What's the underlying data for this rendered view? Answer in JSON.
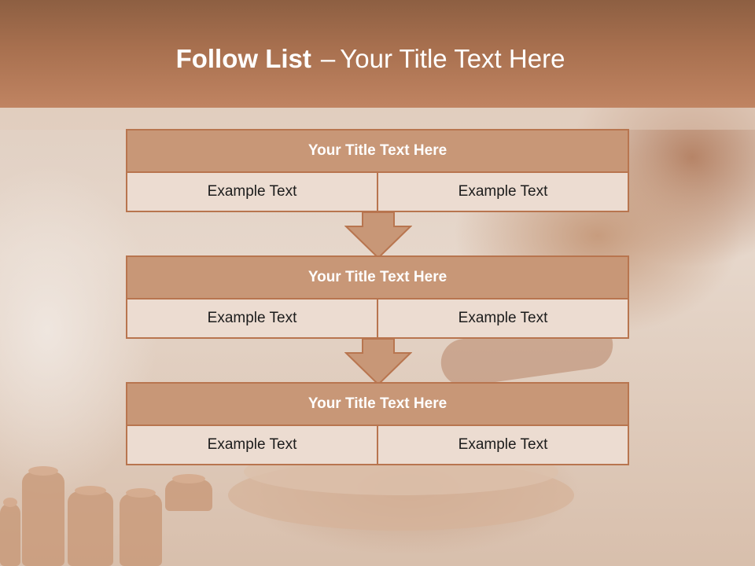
{
  "slide": {
    "title_bold": "Follow List",
    "title_dash": "–",
    "title_rest": "Your Title Text Here"
  },
  "steps": [
    {
      "title": "Your Title Text Here",
      "left": "Example Text",
      "right": "Example Text"
    },
    {
      "title": "Your Title Text Here",
      "left": "Example Text",
      "right": "Example Text"
    },
    {
      "title": "Your Title Text Here",
      "left": "Example Text",
      "right": "Example Text"
    }
  ],
  "colors": {
    "header": "#a8704f",
    "box_header": "#c89777",
    "box_border": "#b8754f",
    "cell_fill": "#ecdcd1",
    "arrow_fill": "#c89777"
  }
}
